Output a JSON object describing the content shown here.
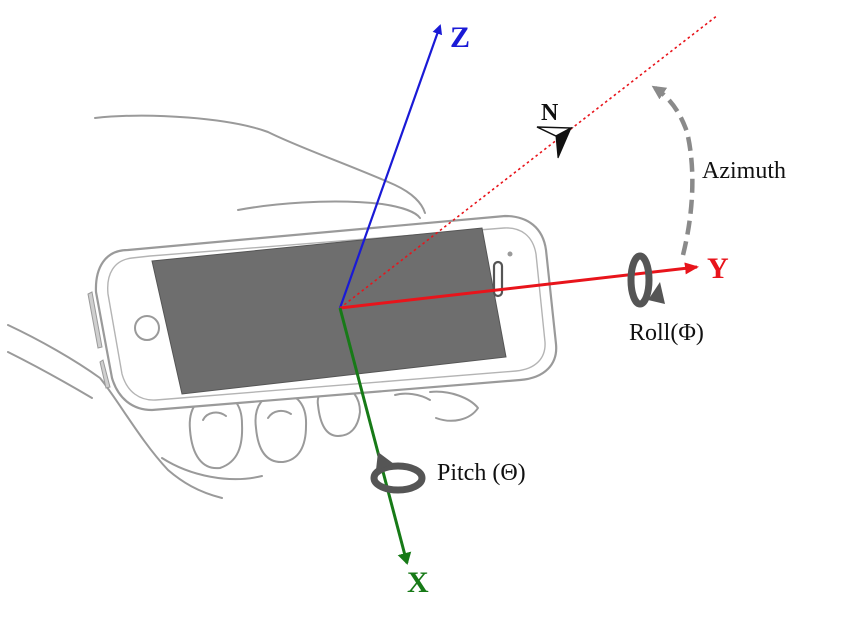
{
  "labels": {
    "z_axis": "Z",
    "y_axis": "Y",
    "x_axis": "X",
    "north": "N",
    "azimuth": "Azimuth",
    "roll": "Roll(Φ)",
    "pitch": "Pitch (Θ)"
  },
  "colors": {
    "z_axis": "#1a1ad6",
    "y_axis": "#e8141b",
    "x_axis": "#177a17",
    "north_line": "#e8141b",
    "azimuth_arrow": "#8a8a8a",
    "rotation_arrows": "#555555",
    "sketch_stroke": "#9a9a9a",
    "screen": "#6e6e6e"
  },
  "icons": {
    "roll": "curved-rotation-arrow-icon",
    "pitch": "curved-rotation-arrow-icon",
    "north": "compass-needle-icon"
  }
}
